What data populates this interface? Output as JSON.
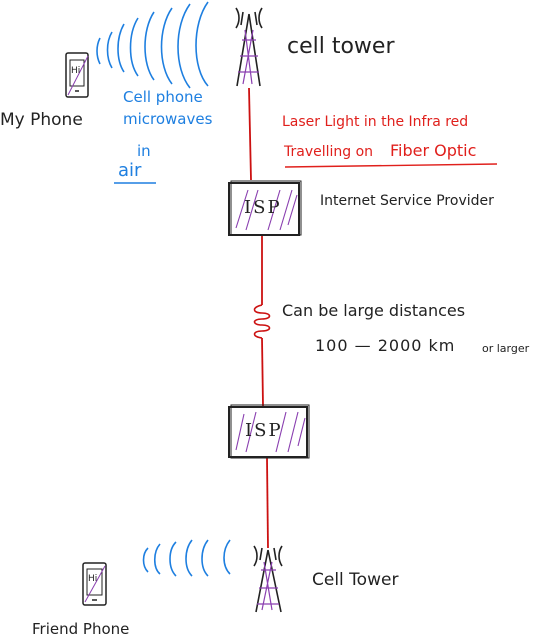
{
  "labels": {
    "cell_tower_top": "cell tower",
    "my_phone": "My Phone",
    "microwaves": [
      "Cell phone",
      "microwaves",
      "in",
      "air"
    ],
    "fiber": [
      "Laser Light in the Infra red",
      "Travelling on",
      "Fiber Optic"
    ],
    "isp_provider": "Internet Service Provider",
    "isp_box": "ISP",
    "distance": [
      "Can be large distances",
      "100 — 2000 km",
      "or larger"
    ],
    "cell_tower_bottom": "Cell Tower",
    "friend_phone": "Friend Phone",
    "phone_screen": "Hi"
  },
  "colors": {
    "ink": "#222222",
    "fiber": "#cc1111",
    "waves": "#1e7fe0",
    "hatch": "#8a3fb0"
  },
  "icons": [
    "phone-icon",
    "cell-tower-icon",
    "wave-icon",
    "isp-box",
    "coil-icon"
  ]
}
